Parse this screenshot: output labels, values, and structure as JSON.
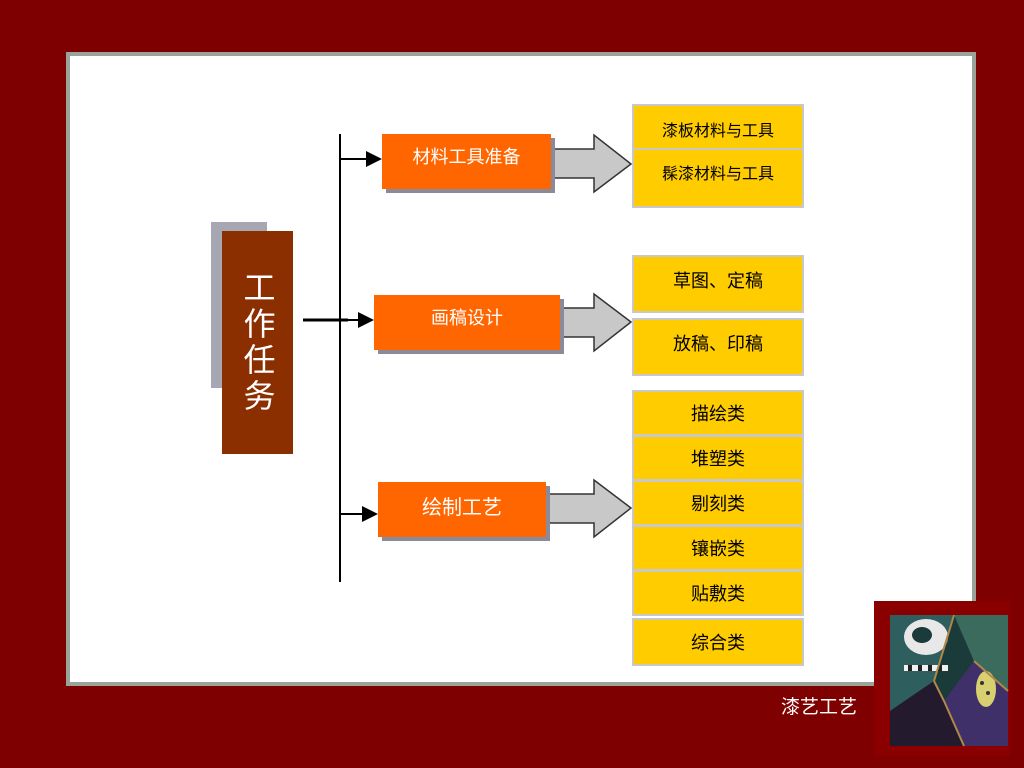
{
  "root": {
    "label": "工作任务"
  },
  "branches": [
    {
      "label": "材料工具准备"
    },
    {
      "label": "画稿设计"
    },
    {
      "label": "绘制工艺"
    }
  ],
  "leaves": {
    "group1": [
      "漆板材料与工具",
      "髹漆材料与工具"
    ],
    "group2": [
      "草图、定稿",
      "放稿、印稿"
    ],
    "group3": [
      "描绘类",
      "堆塑类",
      "剔刻类",
      "镶嵌类",
      "贴敷类",
      "综合类"
    ]
  },
  "caption": "漆艺工艺",
  "colors": {
    "frame": "#7f0000",
    "root": "#8b2e00",
    "branch": "#ff6600",
    "leaf": "#ffcc00",
    "arrow": "#c8c8c8"
  }
}
